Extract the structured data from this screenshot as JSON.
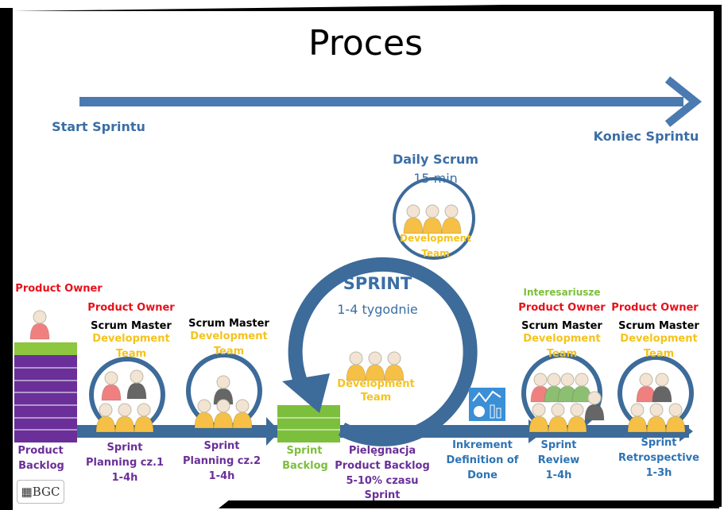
{
  "title": "Proces",
  "timeline": {
    "start": "Start Sprintu",
    "end": "Koniec Sprintu"
  },
  "daily_scrum": {
    "title": "Daily Scrum",
    "duration": "15 min",
    "team": "Development",
    "team2": "Team"
  },
  "sprint": {
    "title": "SPRINT",
    "duration": "1-4 tygodnie",
    "team": "Development",
    "team2": "Team"
  },
  "product_backlog": {
    "owner": "Product Owner",
    "label1": "Product",
    "label2": "Backlog"
  },
  "planning1": {
    "po": "Product Owner",
    "sm": "Scrum Master",
    "dt1": "Development",
    "dt2": "Team",
    "l1": "Sprint",
    "l2": "Planning cz.1",
    "l3": "1-4h"
  },
  "planning2": {
    "sm": "Scrum Master",
    "dt1": "Development",
    "dt2": "Team",
    "l1": "Sprint",
    "l2": "Planning cz.2",
    "l3": "1-4h"
  },
  "sprint_backlog": {
    "l1": "Sprint",
    "l2": "Backlog"
  },
  "grooming": {
    "l1": "Pielęgnacja",
    "l2": "Product Backlog",
    "l3": "5-10% czasu",
    "l4": "Sprint"
  },
  "increment": {
    "l1": "Inkrement",
    "l2": "Definition of",
    "l3": "Done"
  },
  "review": {
    "st": "Interesariusze",
    "po": "Product Owner",
    "sm": "Scrum Master",
    "dt1": "Development",
    "dt2": "Team",
    "l1": "Sprint",
    "l2": "Review",
    "l3": "1-4h"
  },
  "retro": {
    "po": "Product Owner",
    "sm": "Scrum Master",
    "dt1": "Development",
    "dt2": "Team",
    "l1": "Sprint",
    "l2": "Retrospective",
    "l3": "1-3h"
  },
  "logo": "BGC",
  "colors": {
    "arrow": "#3d6b9a",
    "po": "#e8111b",
    "team": "#f5c31c",
    "backlog": "#6a2f98",
    "sprint_backlog": "#7cbf3c"
  }
}
